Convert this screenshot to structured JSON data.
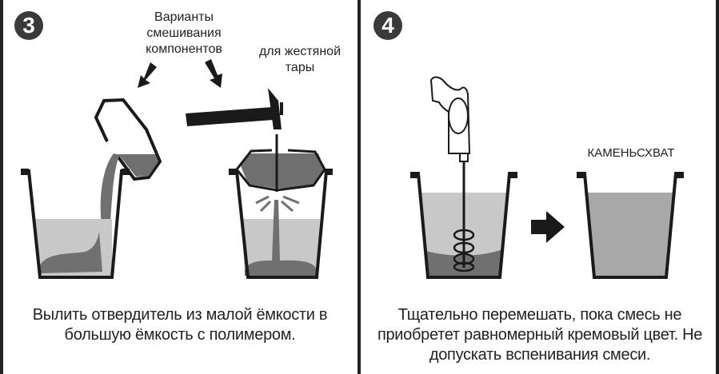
{
  "panels": [
    {
      "step": "3",
      "labels": {
        "mixing_variants": "Варианты смешивания компонентов",
        "tin_container": "для жестяной тары"
      },
      "caption": "Вылить отвердитель из малой ёмкости в большую ёмкость с полимером.",
      "icons": [
        "arrow-down-left-icon",
        "arrow-down-right-icon",
        "hammer-icon",
        "bottle-pour-icon",
        "bucket-icon",
        "tin-can-icon"
      ]
    },
    {
      "step": "4",
      "labels": {
        "product_name": "КАМЕНЬСХВАТ"
      },
      "caption": "Тщательно перемешать, пока смесь не приобретет равномерный кремовый цвет. Не допускать вспенивания смеси.",
      "icons": [
        "drill-mixer-icon",
        "bucket-icon",
        "arrow-right-icon",
        "bucket-mixed-icon"
      ]
    }
  ],
  "colors": {
    "outline": "#222222",
    "liquid_light": "#c8c8c8",
    "liquid_dark": "#707070",
    "liquid_mixed": "#a8a8a8",
    "badge": "#3a3a3a"
  }
}
